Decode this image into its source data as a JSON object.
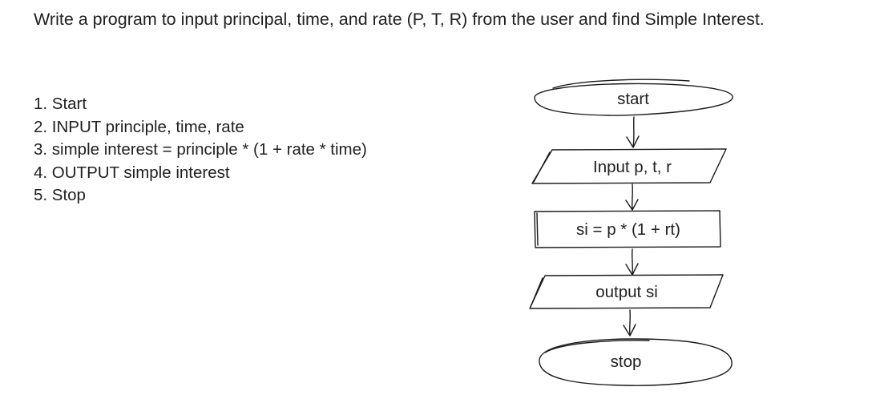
{
  "question": "Write a program to input principal, time, and rate (P, T, R) from the user and find Simple Interest.",
  "algorithm_steps": [
    "1. Start",
    "2. INPUT principle, time, rate",
    "3. simple interest = principle * (1 + rate * time)",
    "4. OUTPUT simple interest",
    "5. Stop"
  ],
  "flowchart": {
    "start": "start",
    "input": "Input p, t, r",
    "process": "si = p * (1 + rt)",
    "output": "output si",
    "stop": "stop"
  }
}
